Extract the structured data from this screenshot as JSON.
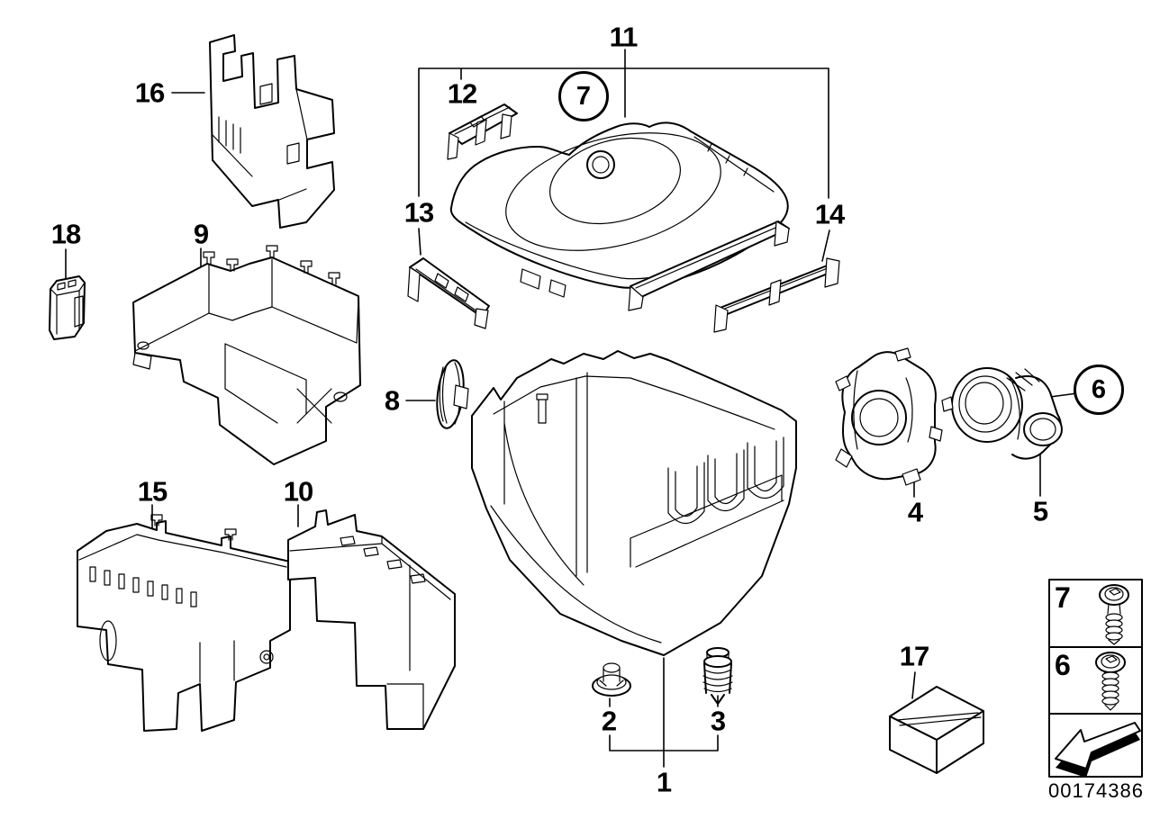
{
  "callouts": {
    "n1": "1",
    "n2": "2",
    "n3": "3",
    "n4": "4",
    "n5": "5",
    "n8": "8",
    "n9": "9",
    "n10": "10",
    "n11": "11",
    "n12": "12",
    "n13": "13",
    "n14": "14",
    "n15": "15",
    "n16": "16",
    "n17": "17",
    "n18": "18"
  },
  "circled_callouts": {
    "n7": "7",
    "n6": "6"
  },
  "legend": {
    "rows": [
      {
        "label": "7",
        "icon": "screw-short-thread-icon"
      },
      {
        "label": "6",
        "icon": "screw-long-thread-icon"
      },
      {
        "icon": "direction-arrow-icon"
      }
    ]
  },
  "footer": {
    "document_number": "00174386"
  }
}
